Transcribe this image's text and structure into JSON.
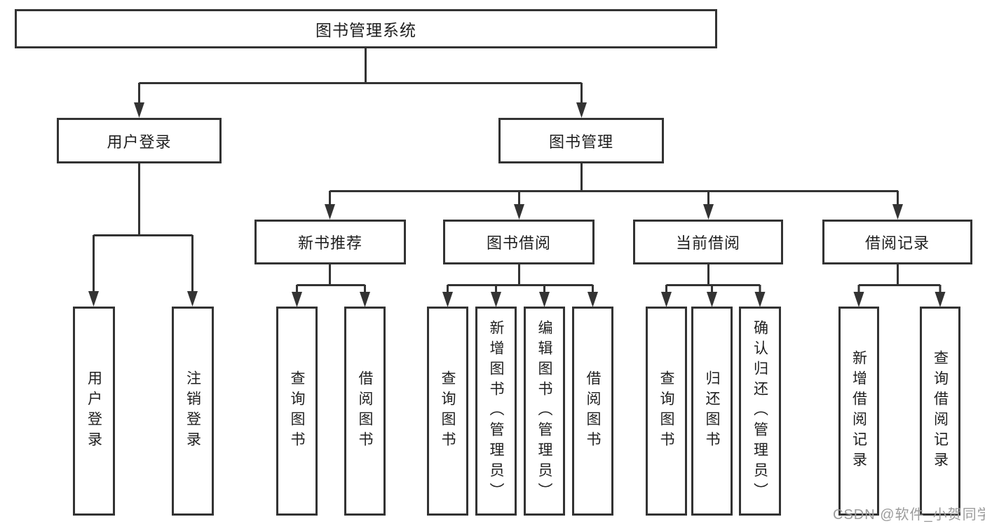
{
  "diagram": {
    "title": "图书管理系统",
    "level1": {
      "user_login": "用户登录",
      "book_management": "图书管理"
    },
    "level2": {
      "new_book_recommend": "新书推荐",
      "book_borrow": "图书借阅",
      "current_borrow": "当前借阅",
      "borrow_records": "借阅记录"
    },
    "leaves": {
      "user_login": "用户登录",
      "logout": "注销登录",
      "nb_query_books": "查询图书",
      "nb_borrow_books": "借阅图书",
      "bb_query_books": "查询图书",
      "bb_add_books": "新增图书（管理员）",
      "bb_edit_books": "编辑图书（管理员）",
      "bb_borrow_books": "借阅图书",
      "cb_query_books": "查询图书",
      "cb_return_books": "归还图书",
      "cb_confirm_return": "确认归还（管理员）",
      "br_add_record": "新增借阅记录",
      "br_query_record": "查询借阅记录"
    }
  },
  "watermark": {
    "text": "CSDN @软件_小贺同学",
    "color": "#9b9b9b"
  },
  "colors": {
    "line": "#333333",
    "text": "#1f1f1f",
    "background": "#ffffff"
  }
}
